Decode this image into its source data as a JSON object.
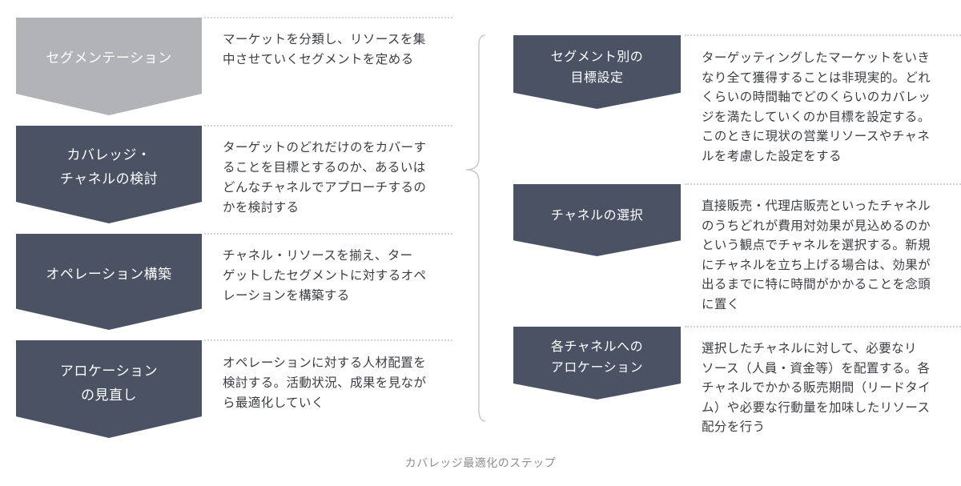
{
  "left_steps": [
    {
      "label": "セグメンテーション",
      "description": "マーケットを分類し、リソースを集\n中させていくセグメントを定める"
    },
    {
      "label": "カバレッジ・\nチャネルの検討",
      "description": "ターゲットのどれだけのをカバーす\nることを目標とするのか、あるいは\nどんなチャネルでアプローチするの\nかを検討する"
    },
    {
      "label": "オペレーション構築",
      "description": "チャネル・リソースを揃え、ター\nゲットしたセグメントに対するオペ\nレーションを構築する"
    },
    {
      "label": "アロケーション\nの見直し",
      "description": "オペレーションに対する人材配置を\n検討する。活動状況、成果を見なが\nら最適化していく"
    }
  ],
  "right_steps": [
    {
      "label": "セグメント別の\n目標設定",
      "description": "ターゲッティングしたマーケットをいき\nなり全て獲得することは非現実的。どれ\nくらいの時間軸でどのくらいのカバレッ\nジを満たしていくのか目標を設定する。\nこのときに現状の営業リソースやチャネ\nルを考慮した設定をする"
    },
    {
      "label": "チャネルの選択",
      "description": "直接販売・代理店販売といったチャネル\nのうちどれが費用対効果が見込めるのか\nという観点でチャネルを選択する。新規\nにチャネルを立ち上げる場合は、効果が\n出るまでに特に時間がかかることを念頭\nに置く"
    },
    {
      "label": "各チャネルへの\nアロケーション",
      "description": "選択したチャネルに対して、必要なリ\nソース（人員・資金等）を配置する。各\nチャネルでかかる販売期間（リードタイ\nム）や必要な行動量を加味したリソース\n配分を行う"
    }
  ],
  "caption": "カバレッジ最適化のステップ",
  "colors": {
    "dark_chevron": "#4a5264",
    "light_chevron": "#b1b3b6",
    "text": "#3a3d42",
    "caption": "#8c8e92",
    "dotted_line": "#d2d3d6"
  }
}
